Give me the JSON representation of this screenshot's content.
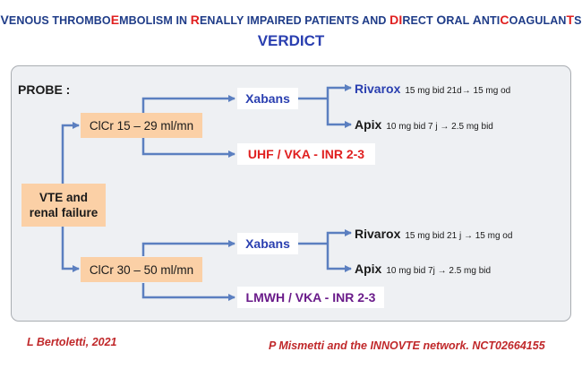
{
  "colors": {
    "navy": "#1f3c88",
    "red": "#e02020",
    "purple": "#6a1b8a",
    "blue_text": "#2a3fb0",
    "peach": "#fbd0a6",
    "arrow": "#5b7fc0",
    "footer_red": "#c0282a"
  },
  "header": {
    "title_parts": [
      {
        "text": "V",
        "cap": true,
        "color": "#1f3c88"
      },
      {
        "text": "ENOUS THROMBO",
        "cap": false,
        "color": "#1f3c88"
      },
      {
        "text": "E",
        "cap": true,
        "color": "#e02020"
      },
      {
        "text": "MBOLISM IN ",
        "cap": false,
        "color": "#1f3c88"
      },
      {
        "text": "R",
        "cap": true,
        "color": "#e02020"
      },
      {
        "text": "ENALLY IMPAIRED PATIENTS AND ",
        "cap": false,
        "color": "#1f3c88"
      },
      {
        "text": "DI",
        "cap": true,
        "color": "#e02020"
      },
      {
        "text": "RECT ",
        "cap": false,
        "color": "#1f3c88"
      },
      {
        "text": "O",
        "cap": true,
        "color": "#1f3c88"
      },
      {
        "text": "RAL ",
        "cap": false,
        "color": "#1f3c88"
      },
      {
        "text": "A",
        "cap": true,
        "color": "#1f3c88"
      },
      {
        "text": "NTI",
        "cap": false,
        "color": "#1f3c88"
      },
      {
        "text": "C",
        "cap": true,
        "color": "#e02020"
      },
      {
        "text": "OAGULAN",
        "cap": false,
        "color": "#1f3c88"
      },
      {
        "text": "T",
        "cap": true,
        "color": "#e02020"
      },
      {
        "text": "S",
        "cap": false,
        "color": "#1f3c88"
      }
    ],
    "subtitle": "VERDICT"
  },
  "diagram": {
    "probe_label": "PROBE :",
    "root": {
      "line1": "VTE and",
      "line2": "renal failure"
    },
    "branch_top": {
      "label": "ClCr 15 – 29 ml/mn",
      "xabans": "Xabans",
      "alt": "UHF / VKA - INR 2-3",
      "rivarox": {
        "name": "Rivarox",
        "dose": "15 mg bid 21d→ 15 mg od"
      },
      "apix": {
        "name": "Apix",
        "dose": "10 mg bid 7 j → 2.5 mg bid"
      }
    },
    "branch_bottom": {
      "label": "ClCr 30 – 50 ml/mn",
      "xabans": "Xabans",
      "alt": "LMWH / VKA - INR 2-3",
      "rivarox": {
        "name": "Rivarox",
        "dose": "15 mg bid 21 j → 15 mg od"
      },
      "apix": {
        "name": "Apix",
        "dose": "10 mg bid 7j → 2.5 mg bid"
      }
    }
  },
  "footer": {
    "left": "L Bertoletti, 2021",
    "right": "P Mismetti and the INNOVTE  network. NCT02664155"
  }
}
